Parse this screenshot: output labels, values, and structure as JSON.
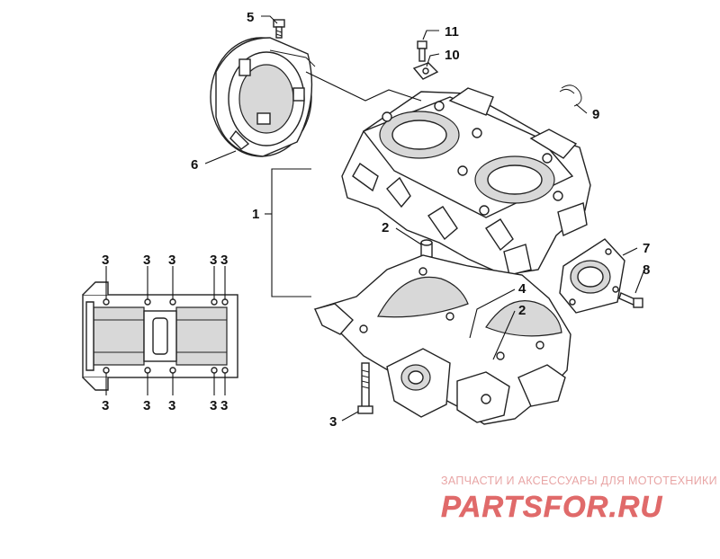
{
  "callouts": {
    "c1": "1",
    "c2a": "2",
    "c2b": "2",
    "c3": "3",
    "c4": "4",
    "c5": "5",
    "c6": "6",
    "c7": "7",
    "c8": "8",
    "c9": "9",
    "c10": "10",
    "c11": "11"
  },
  "bolt_pattern": {
    "top": [
      "3",
      "3",
      "3",
      "3",
      "3"
    ],
    "bottom": [
      "3",
      "3",
      "3",
      "3",
      "3"
    ]
  },
  "watermark": {
    "subtitle": "ЗАПЧАСТИ И АКСЕССУАРЫ ДЛЯ МОТОТЕХНИКИ",
    "logo_text": "PARTSFOR.RU",
    "color": "#e06a6a"
  }
}
